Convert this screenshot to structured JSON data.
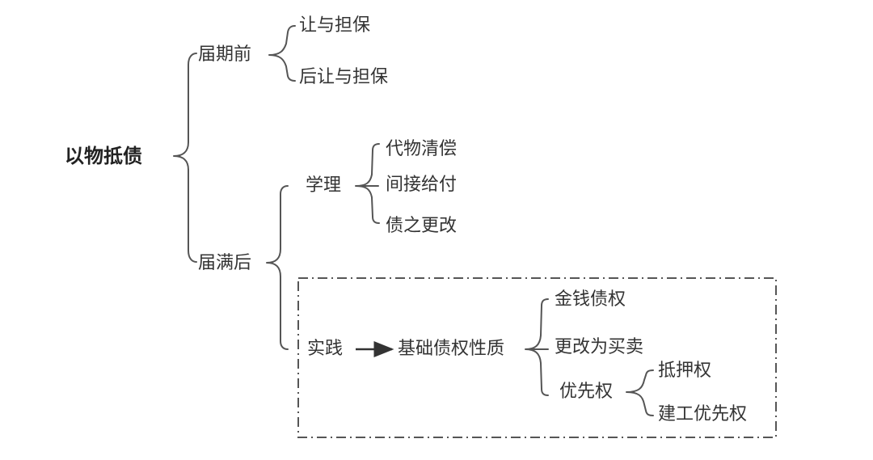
{
  "root": {
    "label": "以物抵债"
  },
  "before_due": {
    "label": "届期前",
    "children": [
      "让与担保",
      "后让与担保"
    ]
  },
  "after_due": {
    "label": "届满后",
    "theory": {
      "label": "学理",
      "children": [
        "代物清偿",
        "间接给付",
        "债之更改"
      ]
    },
    "practice": {
      "label": "实践",
      "nature": {
        "label": "基础债权性质",
        "children": [
          "金钱债权",
          "更改为买卖"
        ],
        "priority": {
          "label": "优先权",
          "children": [
            "抵押权",
            "建工优先权"
          ]
        }
      }
    }
  },
  "colors": {
    "line": "#555555",
    "text": "#333333",
    "dash_box": "#555555"
  }
}
